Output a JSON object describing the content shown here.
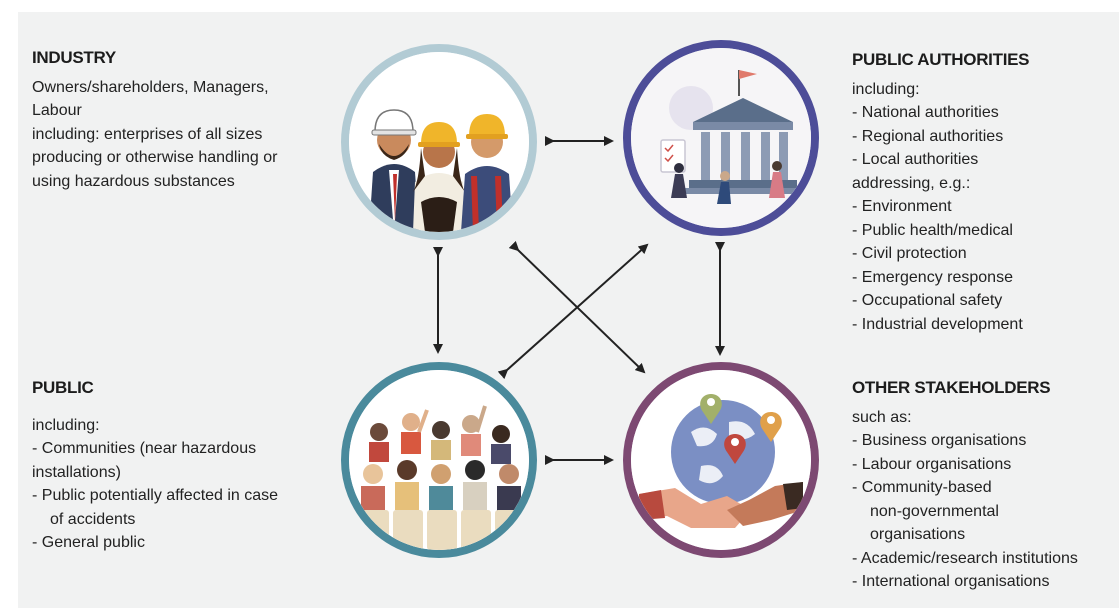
{
  "industry": {
    "title": "INDUSTRY",
    "lines": [
      "Owners/shareholders, Managers,",
      "Labour",
      "including: enterprises of all sizes",
      "producing or otherwise handling or",
      "using hazardous substances"
    ]
  },
  "public_authorities": {
    "title": "PUBLIC AUTHORITIES",
    "intro": "including:",
    "levels": [
      "-  National authorities",
      "-  Regional authorities",
      "-  Local authorities"
    ],
    "addressing": "addressing, e.g.:",
    "areas": [
      "-  Environment",
      "-  Public health/medical",
      "-  Civil protection",
      "-  Emergency response",
      "-  Occupational safety",
      "- Industrial development"
    ]
  },
  "public": {
    "title": "PUBLIC",
    "intro": "including:",
    "items": [
      {
        "first": "- Communities (near hazardous",
        "cont": "installations)",
        "cont_indent": false
      },
      {
        "first": "-  Public potentially affected in case",
        "cont": "of accidents",
        "cont_indent": true
      },
      {
        "first": "-  General public",
        "cont": "",
        "cont_indent": false
      }
    ]
  },
  "other_stakeholders": {
    "title": "OTHER STAKEHOLDERS",
    "intro": "such as:",
    "items": [
      {
        "first": "-  Business organisations",
        "cont": []
      },
      {
        "first": "-  Labour organisations",
        "cont": []
      },
      {
        "first": "-  Community-based",
        "cont": [
          "non-governmental",
          "organisations"
        ]
      },
      {
        "first": "-  Academic/research institutions",
        "cont": []
      },
      {
        "first": "-  International organisations",
        "cont": []
      }
    ]
  },
  "colors": {
    "industry_ring": "#b2cbd4",
    "authorities_ring": "#4d4d98",
    "public_ring": "#4a8a9c",
    "others_ring": "#7d4972",
    "arrow": "#222222",
    "panel_bg": "#f1f2f2"
  },
  "illustrations": {
    "industry": "workers-with-hard-hats",
    "public_authorities": "government-building",
    "public": "audience-crowd",
    "other_stakeholders": "globe-handshake"
  }
}
